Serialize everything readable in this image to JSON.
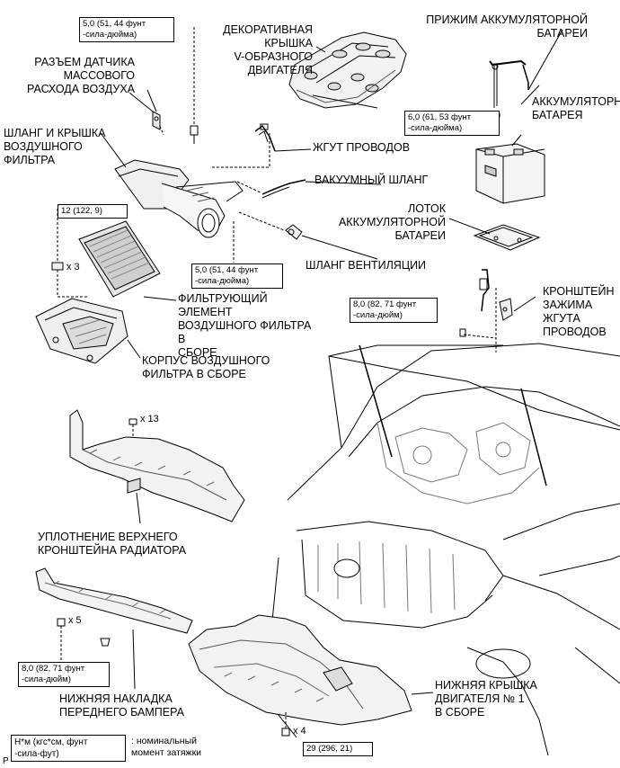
{
  "labels": {
    "engine_cover": "ДЕКОРАТИВНАЯ\nКРЫШКА\nV-ОБРАЗНОГО\nДВИГАТЕЛЯ",
    "battery_clamp": "ПРИЖИМ АККУМУЛЯТОРНОЙ\nБАТАРЕИ",
    "maf_connector": "РАЗЪЕМ ДАТЧИКА\nМАССОВОГО\nРАСХОДА ВОЗДУХА",
    "battery": "АККУМУЛЯТОРНАЯ\nБАТАРЕЯ",
    "air_hose": "ШЛАНГ И КРЫШКА\nВОЗДУШНОГО\nФИЛЬТРА",
    "wire_harness": "ЖГУТ ПРОВОДОВ",
    "vacuum_hose": "ВАКУУМНЫЙ ШЛАНГ",
    "battery_tray": "ЛОТОК\nАККУМУЛЯТОРНОЙ\nБАТАРЕИ",
    "vent_hose": "ШЛАНГ ВЕНТИЛЯЦИИ",
    "filter_element": "ФИЛЬТРУЮЩИЙ ЭЛЕМЕНТ\nВОЗДУШНОГО ФИЛЬТРА В\nСБОРЕ",
    "harness_bracket": "КРОНШТЕЙН\nЗАЖИМА\nЖГУТА\nПРОВОДОВ",
    "filter_case": "КОРПУС ВОЗДУШНОГО\nФИЛЬТРА В СБОРЕ",
    "radiator_seal": "УПЛОТНЕНИЕ ВЕРХНЕГО\nКРОНШТЕЙНА РАДИАТОРА",
    "bumper_cover": "НИЖНЯЯ НАКЛАДКА\nПЕРЕДНЕГО БАМПЕРА",
    "engine_undercover": "НИЖНЯЯ КРЫШКА\nДВИГАТЕЛЯ № 1\nВ СБОРЕ"
  },
  "torques": {
    "maf": "5,0 (51, 44 фунт\n-сила-дюйма)",
    "clamp": "6,0 (61, 53 фунт\n-сила-дюйма)",
    "filter_cover": "12 (122, 9)",
    "hose_clamp": "5,0 (51, 44 фунт\n-сила-дюйма)",
    "bracket": "8,0 (82, 71 фунт\n-сила-дюйм)",
    "bumper": "8,0 (82, 71 фунт\n-сила-дюйм)",
    "undercover": "29 (296, 21)"
  },
  "counts": {
    "filter_cover": "x 3",
    "radiator_seal": "x 13",
    "bumper": "x 5",
    "undercover": "x 4"
  },
  "legend": {
    "unit": "Н*м (кгс*см, фунт\n-сила-фут)",
    "description": ": номинальный\nмомент затяжки"
  },
  "page_marker": "P"
}
